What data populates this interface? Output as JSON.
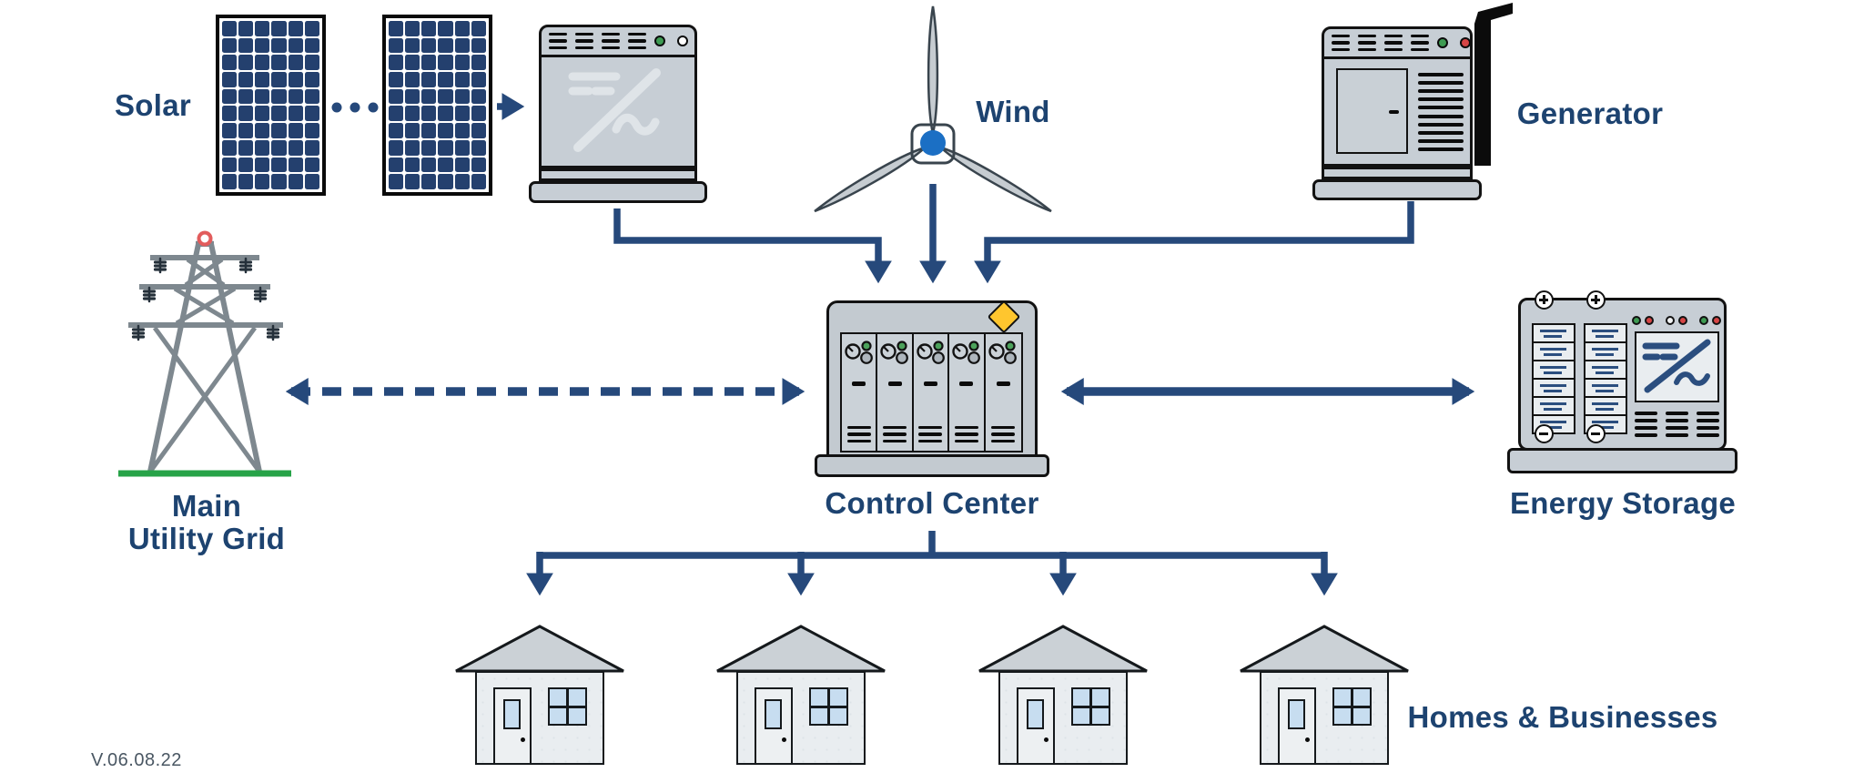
{
  "labels": {
    "solar": "Solar",
    "wind": "Wind",
    "generator": "Generator",
    "main_utility_grid_line1": "Main",
    "main_utility_grid_line2": "Utility Grid",
    "control_center": "Control Center",
    "energy_storage": "Energy Storage",
    "homes_businesses": "Homes & Businesses"
  },
  "version": "V.06.08.22",
  "diagram": {
    "nodes": [
      {
        "id": "solar",
        "label": "Solar",
        "icon": "solar-panel-array",
        "panel_count_shown": 2
      },
      {
        "id": "inverter",
        "label": "",
        "icon": "inverter"
      },
      {
        "id": "wind",
        "label": "Wind",
        "icon": "wind-turbine"
      },
      {
        "id": "generator",
        "label": "Generator",
        "icon": "generator-with-exhaust"
      },
      {
        "id": "main-utility-grid",
        "label": "Main Utility Grid",
        "icon": "transmission-tower"
      },
      {
        "id": "control-center",
        "label": "Control Center",
        "icon": "control-cabinet-with-warning-diamond"
      },
      {
        "id": "energy-storage",
        "label": "Energy Storage",
        "icon": "battery-rack"
      },
      {
        "id": "homes-businesses",
        "label": "Homes & Businesses",
        "icon": "house",
        "house_count": 4
      }
    ],
    "edges": [
      {
        "from": "solar",
        "to": "inverter",
        "style": "solid",
        "arrows": "forward"
      },
      {
        "from": "inverter",
        "to": "control-center",
        "style": "solid",
        "arrows": "forward"
      },
      {
        "from": "wind",
        "to": "control-center",
        "style": "solid",
        "arrows": "forward"
      },
      {
        "from": "generator",
        "to": "control-center",
        "style": "solid",
        "arrows": "forward"
      },
      {
        "from": "main-utility-grid",
        "to": "control-center",
        "style": "dashed",
        "arrows": "both"
      },
      {
        "from": "control-center",
        "to": "energy-storage",
        "style": "solid",
        "arrows": "both"
      },
      {
        "from": "control-center",
        "to": "homes-businesses",
        "style": "solid",
        "arrows": "forward",
        "branches": 4
      }
    ]
  },
  "icons": [
    "solar-panel",
    "ellipsis-dots",
    "inverter",
    "wind-turbine",
    "generator",
    "exhaust-pipe",
    "transmission-tower",
    "control-cabinet",
    "warning-diamond",
    "gauge-dial",
    "battery-stack",
    "plus-terminal",
    "minus-terminal",
    "house"
  ],
  "colors": {
    "text_navy": "#1d4370",
    "arrow_navy": "#26497b",
    "solar_cell_navy": "#24406e",
    "equipment_gray": "#c7ced5",
    "roof_gray": "#cbd1d6",
    "house_body": "#e9edf0",
    "window_blue": "#c7ddf0",
    "turbine_hub_blue": "#1b6fc4",
    "diamond_yellow": "#ffc62e",
    "ground_green": "#27a348",
    "lamp_green": "#3e9b52",
    "lamp_red": "#d64545",
    "tower_gray": "#7e888f"
  }
}
